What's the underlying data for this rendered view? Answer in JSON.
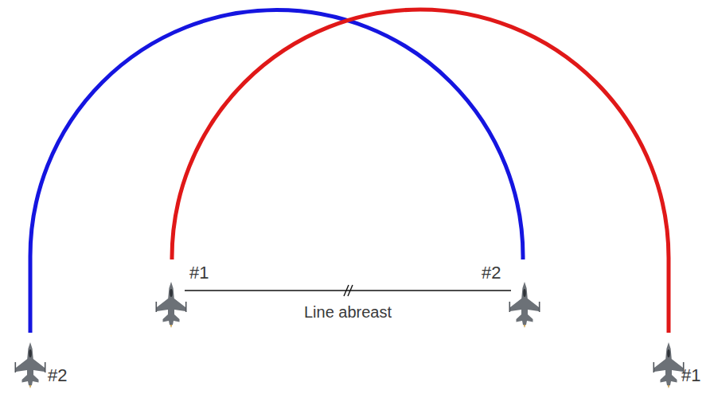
{
  "diagram": {
    "labels": [
      "#1",
      "#2",
      "Line abreast",
      "#2",
      "#1"
    ]
  }
}
